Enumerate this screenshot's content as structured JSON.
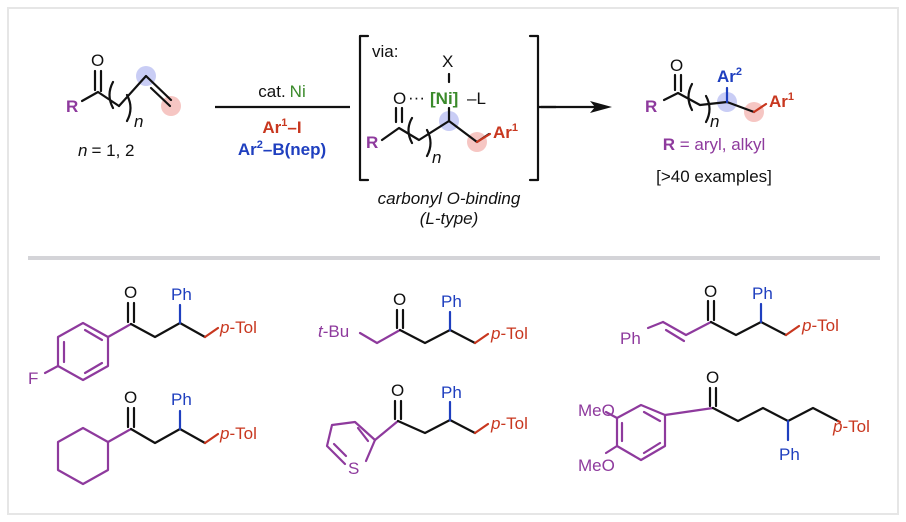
{
  "colors": {
    "r_group": "#8e3a9d",
    "ar1": "#c8371f",
    "ar2": "#1f3fbf",
    "nickel": "#3a8a2a",
    "highlight_blue": "#c9cdf5",
    "highlight_red": "#f6c6c3",
    "frame": "#e6e6e6",
    "divider": "#d4d4d8"
  },
  "reaction": {
    "substrate": {
      "carbonyl_O": "O",
      "R_label": "R",
      "n_label": "n",
      "n_values": "= 1, 2",
      "n_prefix": "n"
    },
    "conditions": {
      "catalyst_prefix": "cat.",
      "catalyst_metal": "Ni",
      "reagent1_base": "Ar",
      "reagent1_sup": "1",
      "reagent1_tail": "–I",
      "reagent2_base": "Ar",
      "reagent2_sup": "2",
      "reagent2_tail": "–B(nep)"
    },
    "intermediate": {
      "via_label": "via:",
      "X_label": "X",
      "O_label": "O",
      "dots": "···",
      "nickel_label": "[Ni]",
      "L_label": "–L",
      "R_label": "R",
      "n_label": "n",
      "ar1_base": "Ar",
      "ar1_sup": "1",
      "caption_line1": "carbonyl O-binding",
      "caption_line2": "(L-type)"
    },
    "product": {
      "carbonyl_O": "O",
      "R_label": "R",
      "n_label": "n",
      "ar2_base": "Ar",
      "ar2_sup": "2",
      "ar1_base": "Ar",
      "ar1_sup": "1",
      "scope_R": "R",
      "scope_text": " = aryl, alkyl",
      "examples": "[>40 examples]"
    }
  },
  "examples": [
    {
      "name": "4-fluorophenyl",
      "substituent_labels": [
        "F"
      ],
      "O": "O",
      "ar2": "Ph",
      "ar1": "p-Tol"
    },
    {
      "name": "neopentyl",
      "substituent_labels": [
        "t-Bu"
      ],
      "O": "O",
      "ar2": "Ph",
      "ar1": "p-Tol"
    },
    {
      "name": "styryl",
      "substituent_labels": [
        "Ph"
      ],
      "O": "O",
      "ar2": "Ph",
      "ar1": "p-Tol"
    },
    {
      "name": "cyclohexyl",
      "substituent_labels": [],
      "O": "O",
      "ar2": "Ph",
      "ar1": "p-Tol"
    },
    {
      "name": "2-thienyl",
      "substituent_labels": [
        "S"
      ],
      "O": "O",
      "ar2": "Ph",
      "ar1": "p-Tol"
    },
    {
      "name": "3,4-dimethoxyphenyl",
      "substituent_labels": [
        "MeO",
        "MeO"
      ],
      "O": "O",
      "ar2": "Ph",
      "ar1": "p-Tol"
    }
  ],
  "ptol_prefix": "p",
  "ptol_suffix": "-Tol"
}
